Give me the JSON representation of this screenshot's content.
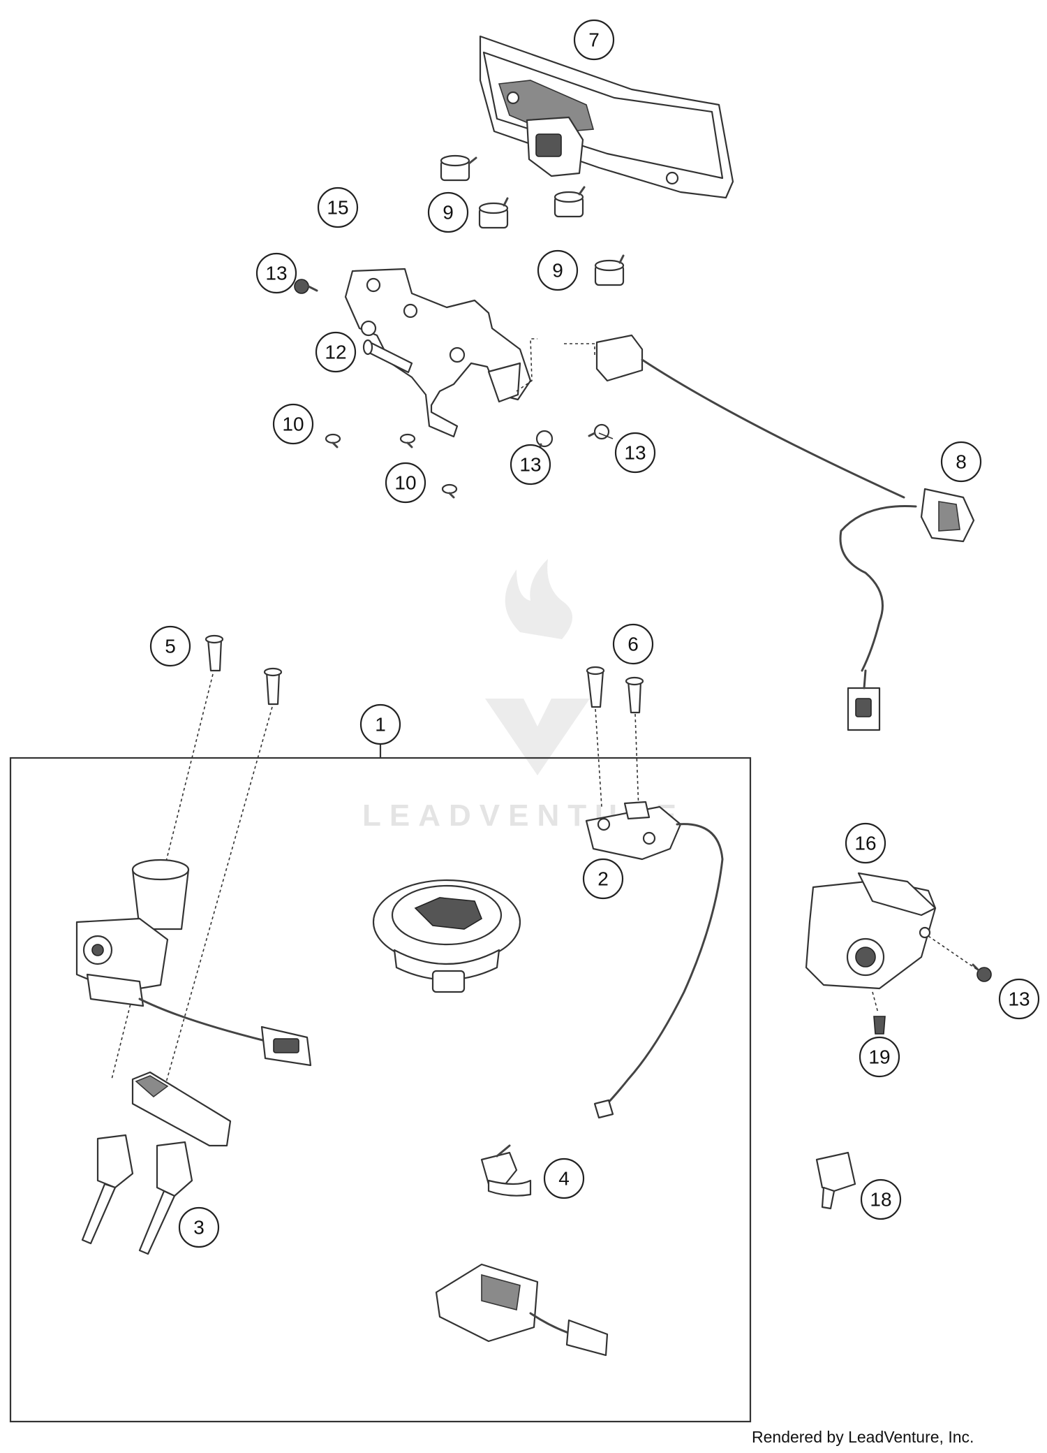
{
  "diagram": {
    "callouts": {
      "c1": "1",
      "c2": "2",
      "c3": "3",
      "c4": "4",
      "c5": "5",
      "c6": "6",
      "c7": "7",
      "c8": "8",
      "c9a": "9",
      "c9b": "9",
      "c10a": "10",
      "c10b": "10",
      "c12": "12",
      "c13a": "13",
      "c13b": "13",
      "c13c": "13",
      "c13d": "13",
      "c15": "15",
      "c16": "16",
      "c18": "18",
      "c19": "19"
    },
    "watermark": "LEADVENTURE"
  },
  "footer": {
    "credit": "Rendered by LeadVenture, Inc."
  }
}
